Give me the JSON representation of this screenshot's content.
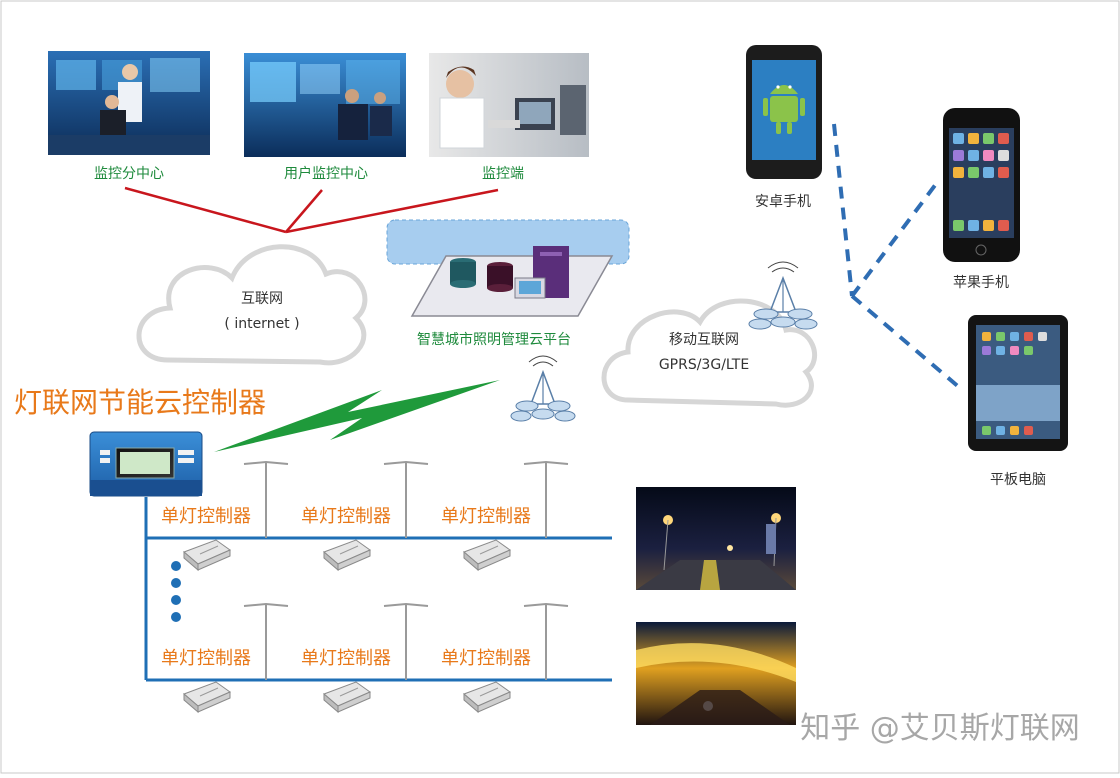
{
  "top_scenes": [
    {
      "label": "监控分中心"
    },
    {
      "label": "用户监控中心"
    },
    {
      "label": "监控端"
    }
  ],
  "clouds": {
    "internet": {
      "line1": "互联网",
      "line2": "( internet )"
    },
    "mobile": {
      "line1": "移动互联网",
      "line2": "GPRS/3G/LTE"
    }
  },
  "platform": {
    "label": "智慧城市照明管理云平台"
  },
  "controller": {
    "title": "灯联网节能云控制器"
  },
  "devices": [
    {
      "label": "安卓手机"
    },
    {
      "label": "苹果手机"
    },
    {
      "label": "平板电脑"
    }
  ],
  "single_lamp_label": "单灯控制器",
  "rows": [
    {
      "controllers": [
        "单灯控制器",
        "单灯控制器",
        "单灯控制器"
      ]
    },
    {
      "controllers": [
        "单灯控制器",
        "单灯控制器",
        "单灯控制器"
      ]
    }
  ],
  "watermark": "知乎 @艾贝斯灯联网",
  "colors": {
    "red_line": "#c8161d",
    "green_bolt": "#1f9a3b",
    "blue_line": "#1f6fb5",
    "orange_text": "#e8791a",
    "dashed": "#2f6db3"
  }
}
